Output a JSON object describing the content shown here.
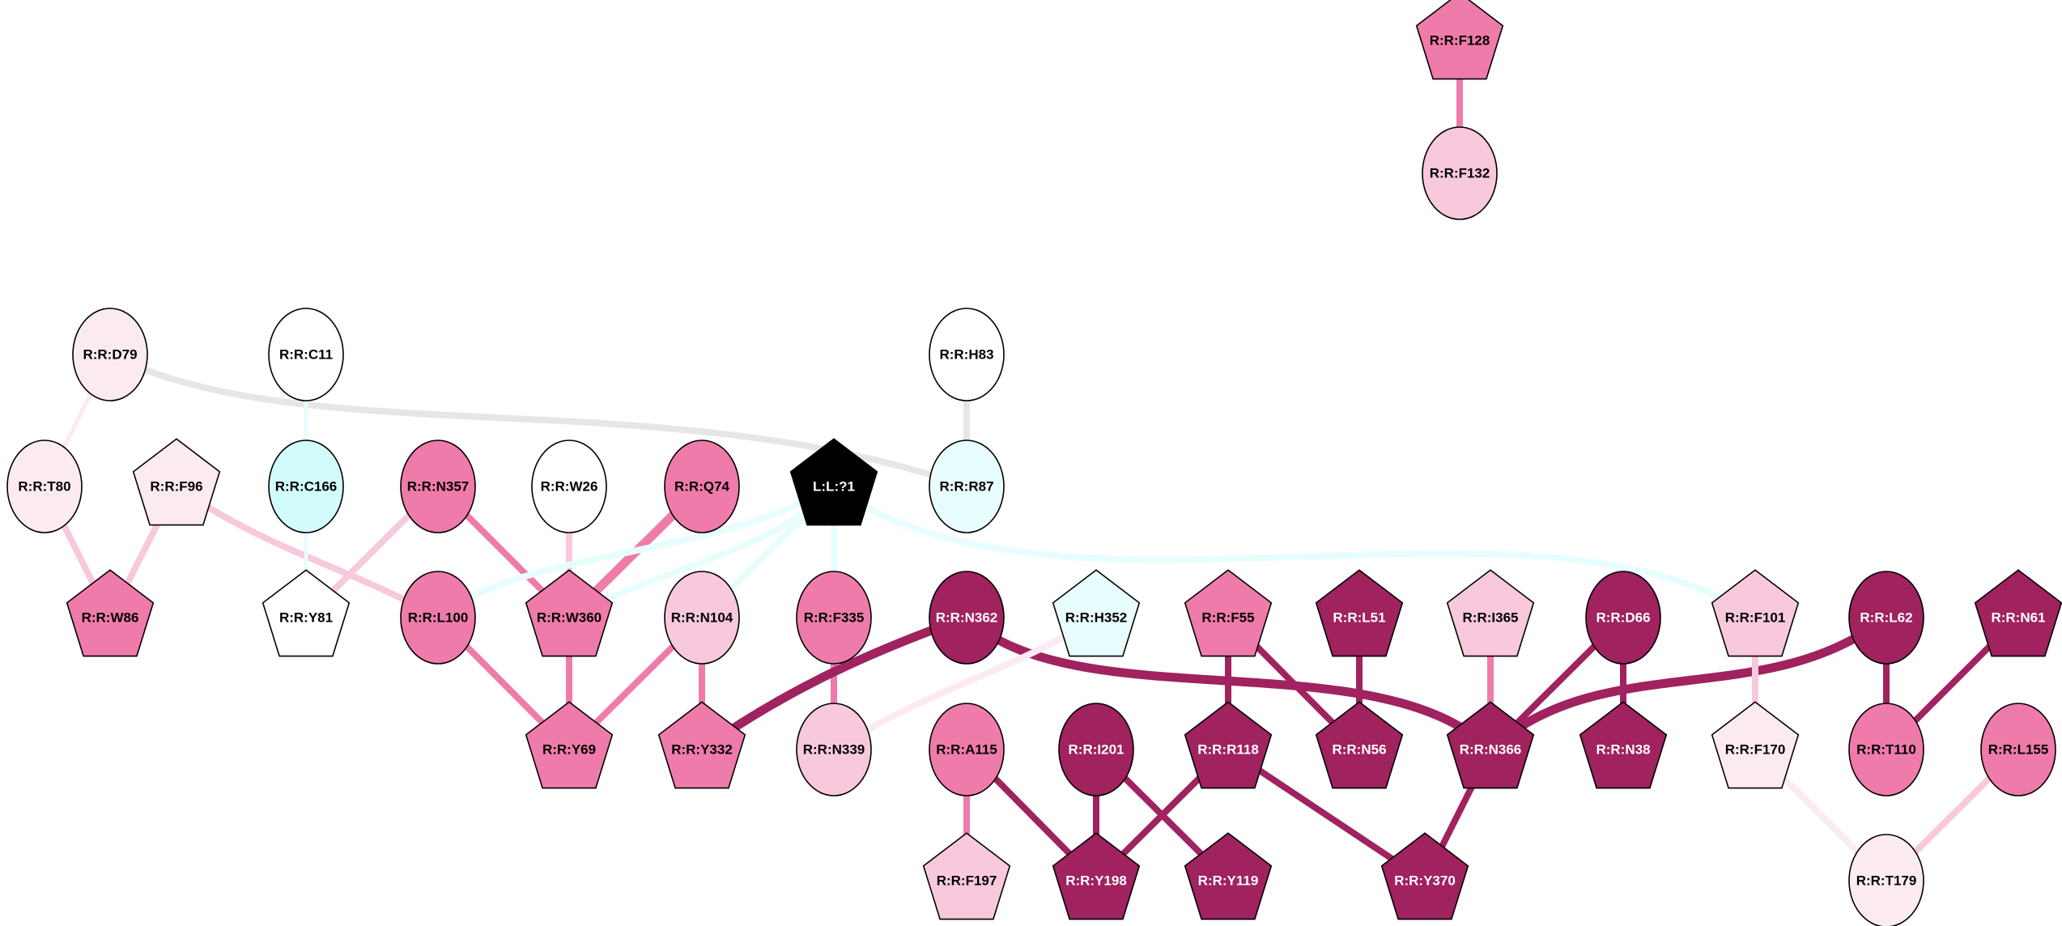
{
  "title": "Residue interaction network",
  "palette": {
    "dark": "#A0225F",
    "medium": "#EF7BAA",
    "light": "#F8C8DC",
    "verylight": "#FCEAF2",
    "white": "#FFFFFF",
    "cyan": "#D2FBFB",
    "palecyan": "#E8FDFD",
    "ligand": "#000000",
    "gray": "#E6E6E6"
  },
  "nodes": [
    {
      "id": "R:R:F128",
      "shape": "pentagon",
      "color": "medium",
      "label_color": "dark_text"
    },
    {
      "id": "R:R:F132",
      "shape": "ellipse",
      "color": "light"
    },
    {
      "id": "R:R:D79",
      "shape": "ellipse",
      "color": "verylight"
    },
    {
      "id": "R:R:C11",
      "shape": "ellipse",
      "color": "white"
    },
    {
      "id": "R:R:H83",
      "shape": "ellipse",
      "color": "white"
    },
    {
      "id": "R:R:T80",
      "shape": "ellipse",
      "color": "verylight"
    },
    {
      "id": "R:R:F96",
      "shape": "pentagon",
      "color": "verylight"
    },
    {
      "id": "R:R:C166",
      "shape": "ellipse",
      "color": "cyan"
    },
    {
      "id": "R:R:N357",
      "shape": "ellipse",
      "color": "medium"
    },
    {
      "id": "R:R:W26",
      "shape": "ellipse",
      "color": "white"
    },
    {
      "id": "R:R:Q74",
      "shape": "ellipse",
      "color": "medium"
    },
    {
      "id": "L:L:?1",
      "shape": "pentagon",
      "color": "ligand"
    },
    {
      "id": "R:R:R87",
      "shape": "ellipse",
      "color": "palecyan"
    },
    {
      "id": "R:R:W86",
      "shape": "pentagon",
      "color": "medium"
    },
    {
      "id": "R:R:Y81",
      "shape": "pentagon",
      "color": "white"
    },
    {
      "id": "R:R:L100",
      "shape": "ellipse",
      "color": "medium"
    },
    {
      "id": "R:R:W360",
      "shape": "pentagon",
      "color": "medium"
    },
    {
      "id": "R:R:N104",
      "shape": "ellipse",
      "color": "light"
    },
    {
      "id": "R:R:F335",
      "shape": "ellipse",
      "color": "medium"
    },
    {
      "id": "R:R:N362",
      "shape": "ellipse",
      "color": "dark"
    },
    {
      "id": "R:R:H352",
      "shape": "pentagon",
      "color": "palecyan"
    },
    {
      "id": "R:R:F55",
      "shape": "pentagon",
      "color": "medium"
    },
    {
      "id": "R:R:L51",
      "shape": "pentagon",
      "color": "dark"
    },
    {
      "id": "R:R:I365",
      "shape": "pentagon",
      "color": "light"
    },
    {
      "id": "R:R:D66",
      "shape": "ellipse",
      "color": "dark"
    },
    {
      "id": "R:R:F101",
      "shape": "pentagon",
      "color": "light"
    },
    {
      "id": "R:R:L62",
      "shape": "ellipse",
      "color": "dark"
    },
    {
      "id": "R:R:N61",
      "shape": "pentagon",
      "color": "dark"
    },
    {
      "id": "R:R:Y69",
      "shape": "pentagon",
      "color": "medium"
    },
    {
      "id": "R:R:Y332",
      "shape": "pentagon",
      "color": "medium"
    },
    {
      "id": "R:R:N339",
      "shape": "ellipse",
      "color": "light"
    },
    {
      "id": "R:R:A115",
      "shape": "ellipse",
      "color": "medium"
    },
    {
      "id": "R:R:I201",
      "shape": "ellipse",
      "color": "dark"
    },
    {
      "id": "R:R:R118",
      "shape": "pentagon",
      "color": "dark"
    },
    {
      "id": "R:R:N56",
      "shape": "pentagon",
      "color": "dark"
    },
    {
      "id": "R:R:N366",
      "shape": "pentagon",
      "color": "dark"
    },
    {
      "id": "R:R:N38",
      "shape": "pentagon",
      "color": "dark"
    },
    {
      "id": "R:R:F170",
      "shape": "pentagon",
      "color": "verylight"
    },
    {
      "id": "R:R:T110",
      "shape": "ellipse",
      "color": "medium"
    },
    {
      "id": "R:R:L155",
      "shape": "ellipse",
      "color": "medium"
    },
    {
      "id": "R:R:F197",
      "shape": "pentagon",
      "color": "light"
    },
    {
      "id": "R:R:Y198",
      "shape": "pentagon",
      "color": "dark"
    },
    {
      "id": "R:R:Y119",
      "shape": "pentagon",
      "color": "dark"
    },
    {
      "id": "R:R:Y370",
      "shape": "pentagon",
      "color": "dark"
    },
    {
      "id": "R:R:T179",
      "shape": "ellipse",
      "color": "verylight"
    }
  ],
  "edges": [
    {
      "source": "R:R:F128",
      "target": "R:R:F132",
      "color": "medium",
      "weight": "medium"
    },
    {
      "source": "R:R:D79",
      "target": "R:R:T80",
      "color": "verylight",
      "weight": "thin"
    },
    {
      "source": "R:R:D79",
      "target": "R:R:R87",
      "color": "gray",
      "weight": "medium",
      "curved": true
    },
    {
      "source": "R:R:C11",
      "target": "R:R:C166",
      "color": "palecyan",
      "weight": "thin"
    },
    {
      "source": "R:R:H83",
      "target": "R:R:R87",
      "color": "gray",
      "weight": "medium"
    },
    {
      "source": "R:R:T80",
      "target": "R:R:W86",
      "color": "light",
      "weight": "medium"
    },
    {
      "source": "R:R:F96",
      "target": "R:R:W86",
      "color": "light",
      "weight": "medium"
    },
    {
      "source": "R:R:F96",
      "target": "R:R:L100",
      "color": "light",
      "weight": "medium",
      "curved": true
    },
    {
      "source": "R:R:C166",
      "target": "R:R:Y81",
      "color": "palecyan",
      "weight": "thin"
    },
    {
      "source": "R:R:N357",
      "target": "R:R:Y81",
      "color": "light",
      "weight": "medium"
    },
    {
      "source": "R:R:N357",
      "target": "R:R:W360",
      "color": "medium",
      "weight": "medium"
    },
    {
      "source": "R:R:W26",
      "target": "R:R:W360",
      "color": "light",
      "weight": "medium"
    },
    {
      "source": "R:R:Q74",
      "target": "R:R:W360",
      "color": "medium",
      "weight": "thick"
    },
    {
      "source": "L:L:?1",
      "target": "R:R:L100",
      "color": "palecyan",
      "weight": "medium",
      "curved": true
    },
    {
      "source": "L:L:?1",
      "target": "R:R:W360",
      "color": "palecyan",
      "weight": "medium",
      "curved": true
    },
    {
      "source": "L:L:?1",
      "target": "R:R:N104",
      "color": "palecyan",
      "weight": "medium"
    },
    {
      "source": "L:L:?1",
      "target": "R:R:F335",
      "color": "palecyan",
      "weight": "medium"
    },
    {
      "source": "L:L:?1",
      "target": "R:R:F101",
      "color": "palecyan",
      "weight": "medium",
      "curved": true
    },
    {
      "source": "R:R:L100",
      "target": "R:R:Y69",
      "color": "medium",
      "weight": "medium"
    },
    {
      "source": "R:R:W360",
      "target": "R:R:Y69",
      "color": "medium",
      "weight": "medium"
    },
    {
      "source": "R:R:N104",
      "target": "R:R:Y69",
      "color": "medium",
      "weight": "medium"
    },
    {
      "source": "R:R:N104",
      "target": "R:R:Y332",
      "color": "medium",
      "weight": "medium"
    },
    {
      "source": "R:R:F335",
      "target": "R:R:N339",
      "color": "medium",
      "weight": "medium"
    },
    {
      "source": "R:R:N362",
      "target": "R:R:Y332",
      "color": "dark",
      "weight": "thick",
      "curved": true
    },
    {
      "source": "R:R:N362",
      "target": "R:R:N366",
      "color": "dark",
      "weight": "thick",
      "curved": true
    },
    {
      "source": "R:R:H352",
      "target": "R:R:N339",
      "color": "verylight",
      "weight": "medium",
      "curved": true
    },
    {
      "source": "R:R:F55",
      "target": "R:R:R118",
      "color": "dark",
      "weight": "medium"
    },
    {
      "source": "R:R:F55",
      "target": "R:R:N56",
      "color": "dark",
      "weight": "medium"
    },
    {
      "source": "R:R:L51",
      "target": "R:R:N56",
      "color": "dark",
      "weight": "medium"
    },
    {
      "source": "R:R:I365",
      "target": "R:R:N366",
      "color": "medium",
      "weight": "medium"
    },
    {
      "source": "R:R:D66",
      "target": "R:R:N366",
      "color": "dark",
      "weight": "medium"
    },
    {
      "source": "R:R:D66",
      "target": "R:R:N38",
      "color": "dark",
      "weight": "medium"
    },
    {
      "source": "R:R:L62",
      "target": "R:R:N366",
      "color": "dark",
      "weight": "thick",
      "curved": true
    },
    {
      "source": "R:R:L62",
      "target": "R:R:T110",
      "color": "dark",
      "weight": "medium"
    },
    {
      "source": "R:R:N61",
      "target": "R:R:T110",
      "color": "dark",
      "weight": "medium"
    },
    {
      "source": "R:R:F101",
      "target": "R:R:F170",
      "color": "light",
      "weight": "medium"
    },
    {
      "source": "R:R:F170",
      "target": "R:R:T179",
      "color": "verylight",
      "weight": "medium"
    },
    {
      "source": "R:R:L155",
      "target": "R:R:T179",
      "color": "light",
      "weight": "medium"
    },
    {
      "source": "R:R:A115",
      "target": "R:R:F197",
      "color": "medium",
      "weight": "medium"
    },
    {
      "source": "R:R:A115",
      "target": "R:R:Y198",
      "color": "dark",
      "weight": "medium"
    },
    {
      "source": "R:R:I201",
      "target": "R:R:Y198",
      "color": "dark",
      "weight": "medium"
    },
    {
      "source": "R:R:I201",
      "target": "R:R:Y119",
      "color": "dark",
      "weight": "medium"
    },
    {
      "source": "R:R:R118",
      "target": "R:R:Y198",
      "color": "dark",
      "weight": "medium"
    },
    {
      "source": "R:R:R118",
      "target": "R:R:Y370",
      "color": "dark",
      "weight": "medium"
    },
    {
      "source": "R:R:N366",
      "target": "R:R:Y370",
      "color": "dark",
      "weight": "medium"
    }
  ]
}
